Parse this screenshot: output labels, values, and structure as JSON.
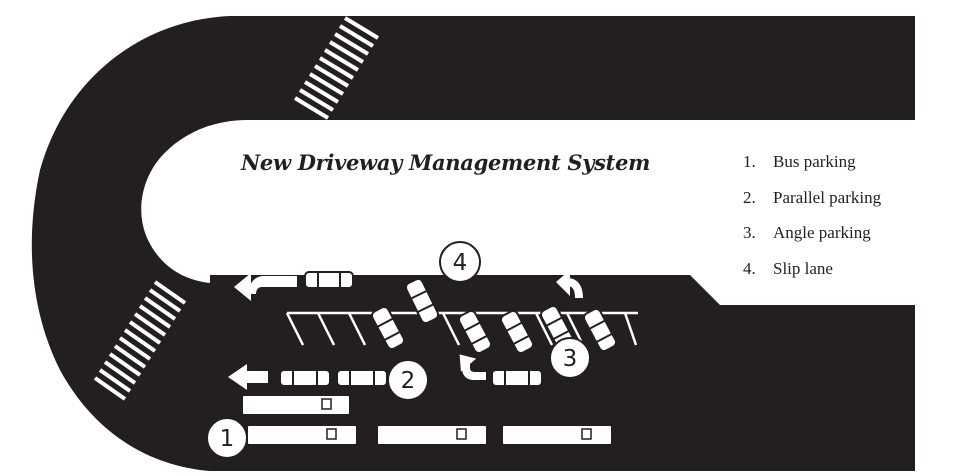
{
  "title": "New Driveway Management System",
  "legend": [
    {
      "number": "1.",
      "label": "Bus parking"
    },
    {
      "number": "2.",
      "label": "Parallel parking"
    },
    {
      "number": "3.",
      "label": "Angle parking"
    },
    {
      "number": "4.",
      "label": "Slip lane"
    }
  ],
  "markers": [
    "1",
    "2",
    "3",
    "4"
  ],
  "colors": {
    "road": "#231f20",
    "vehicle": "#ffffff",
    "background": "#ffffff"
  }
}
